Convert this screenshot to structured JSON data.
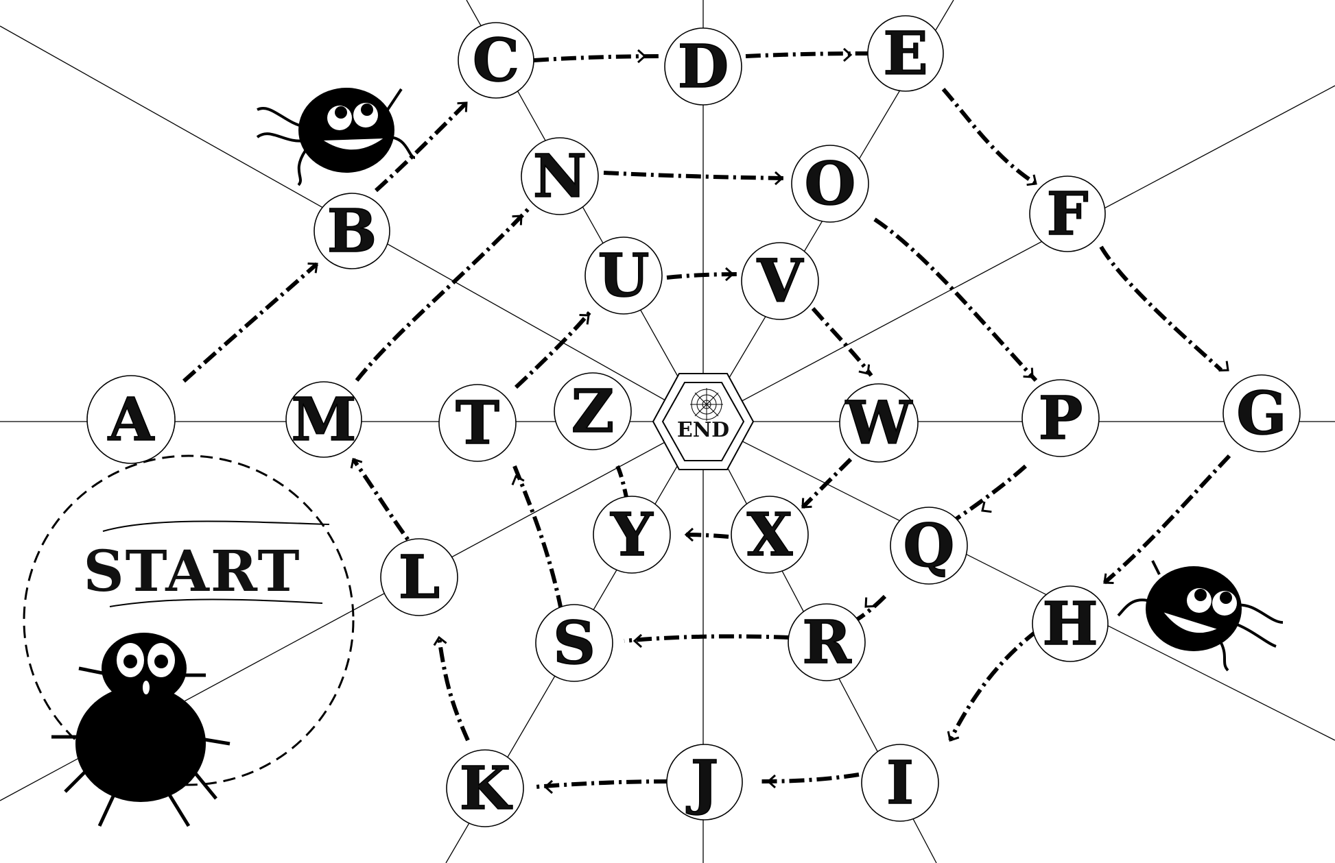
{
  "puzzle": {
    "start_label": "START",
    "end_label": "END",
    "colors": {
      "ink": "#000000",
      "paper": "#ffffff"
    },
    "letters": [
      {
        "id": "A",
        "label": "A"
      },
      {
        "id": "B",
        "label": "B"
      },
      {
        "id": "C",
        "label": "C"
      },
      {
        "id": "D",
        "label": "D"
      },
      {
        "id": "E",
        "label": "E"
      },
      {
        "id": "F",
        "label": "F"
      },
      {
        "id": "G",
        "label": "G"
      },
      {
        "id": "H",
        "label": "H"
      },
      {
        "id": "I",
        "label": "I"
      },
      {
        "id": "J",
        "label": "J"
      },
      {
        "id": "K",
        "label": "K"
      },
      {
        "id": "L",
        "label": "L"
      },
      {
        "id": "M",
        "label": "M"
      },
      {
        "id": "N",
        "label": "N"
      },
      {
        "id": "O",
        "label": "O"
      },
      {
        "id": "P",
        "label": "P"
      },
      {
        "id": "Q",
        "label": "Q"
      },
      {
        "id": "R",
        "label": "R"
      },
      {
        "id": "S",
        "label": "S"
      },
      {
        "id": "T",
        "label": "T"
      },
      {
        "id": "U",
        "label": "U"
      },
      {
        "id": "V",
        "label": "V"
      },
      {
        "id": "W",
        "label": "W"
      },
      {
        "id": "X",
        "label": "X"
      },
      {
        "id": "Y",
        "label": "Y"
      },
      {
        "id": "Z",
        "label": "Z"
      }
    ],
    "icons": [
      "spider-icon",
      "spider-web-icon",
      "arrow-icon"
    ]
  }
}
